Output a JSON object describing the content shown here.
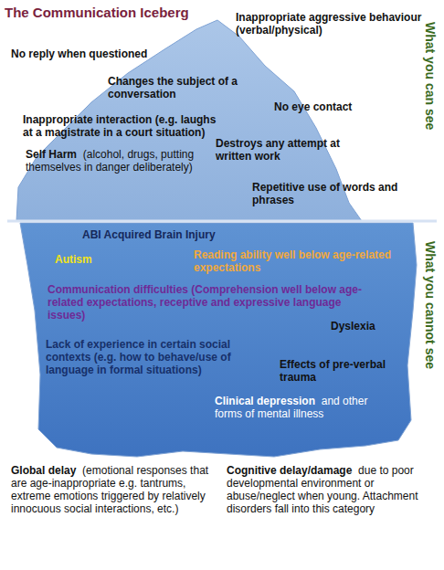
{
  "diagram": {
    "title": "The Communication Iceberg",
    "nodes": [
      {
        "text": [
          "Changes the subject of a conversation",
          "No eye contact",
          "Inappropriate interaction (e.g. laughs at a magistrate in a court situation)",
          "Destroys any attempt at written work",
          "Self Harm",
          "(alcohol, drugs, putting themselves in danger deliberately)",
          "Repetitive use of words and phrases"
        ]
      },
      {
        "text": [
          "ABI Acquired Brain Injury",
          "Autism",
          "Reading ability well below age-related expectations",
          "Communication difficulties (Comprehension well below age-related expectations, receptive and expressive language issues)",
          "Dyslexia",
          "Lack of experience in certain social contexts (e.g. how to behave/use of language in formal situations)",
          "Effects of pre-verbal trauma",
          "Clinical depression",
          "and other forms of mental illness"
        ]
      }
    ],
    "labels": [
      "No reply when questioned",
      "Inappropriate aggressive behaviour (verbal/physical)",
      "What you can see",
      "What you cannot see",
      "Global delay",
      "(emotional responses that are age-inappropriate e.g. tantrums, extreme emotions triggered by relatively innocuous social interactions, etc.)",
      "Cognitive delay/damage",
      "due to poor developmental environment or abuse/neglect when young. Attachment disorders fall into this category"
    ]
  }
}
